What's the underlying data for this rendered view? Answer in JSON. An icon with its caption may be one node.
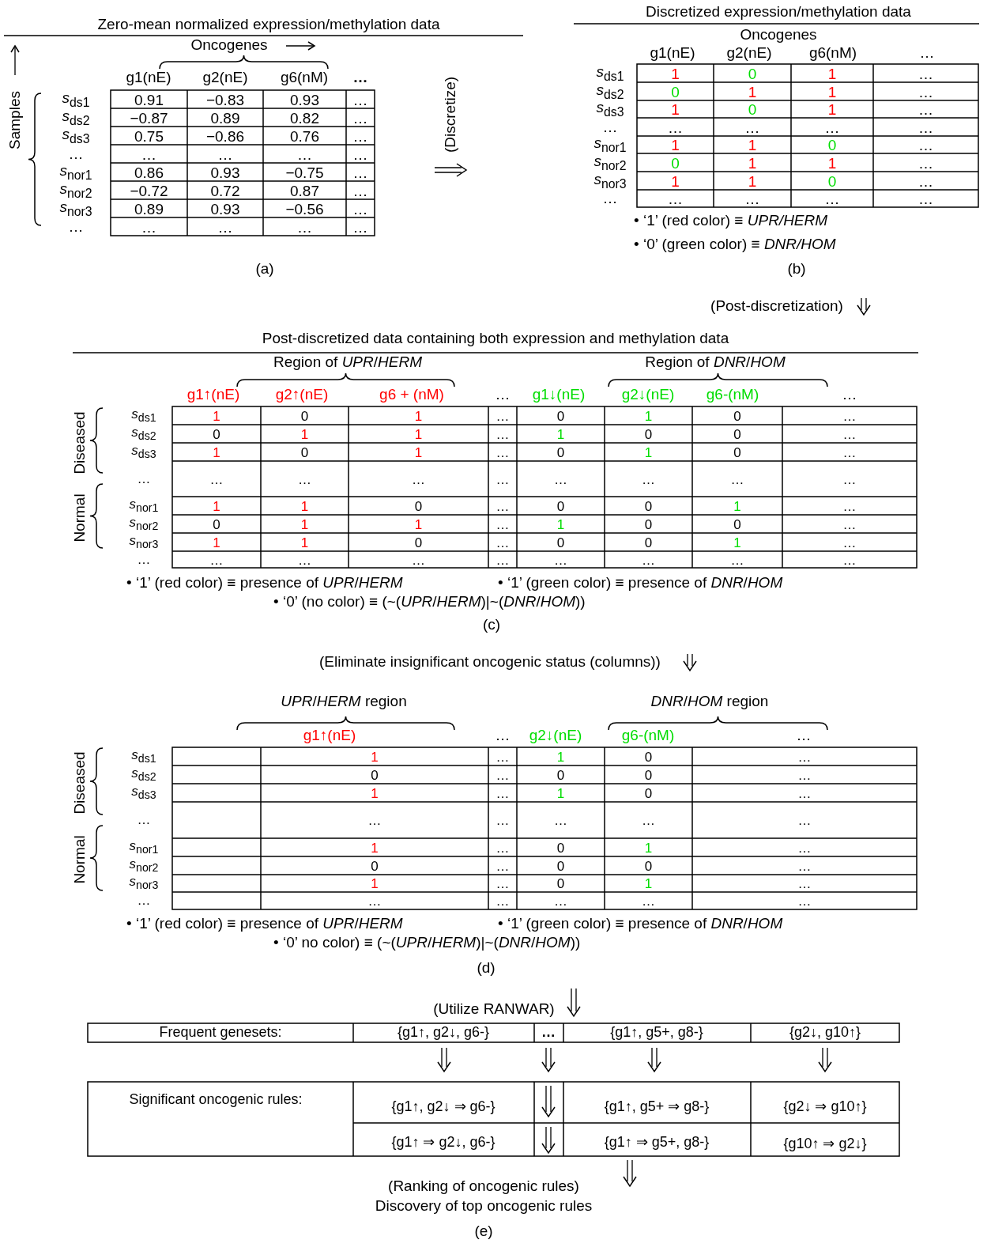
{
  "diagram": {
    "labels": [
      "Zero-mean normalized expression/methylation data",
      "Oncogenes",
      "Samples",
      "g1(nE)",
      "g2(nE)",
      "g6(nM)",
      "…",
      "*s*$_{ds1}$",
      "0.91",
      "−0.83",
      "0.93",
      "…",
      "*s*$_{ds2}$",
      "−0.87",
      "0.89",
      "0.82",
      "…",
      "*s*$_{ds3}$",
      "0.75",
      "−0.86",
      "0.76",
      "…",
      "…",
      "…",
      "…",
      "…",
      "…",
      "*s*$_{nor1}$",
      "0.86",
      "0.93",
      "−0.75",
      "…",
      "*s*$_{nor2}$",
      "−0.72",
      "0.72",
      "0.87",
      "…",
      "*s*$_{nor3}$",
      "0.89",
      "0.93",
      "−0.56",
      "…",
      "…",
      "…",
      "…",
      "…",
      "…",
      "(Discretize)",
      "(a)",
      "Discretized expression/methylation data",
      "Oncogenes",
      "g1(nE)",
      "g2(nE)",
      "g6(nM)",
      "…",
      "*s*$_{ds1}$",
      "1",
      "0",
      "1",
      "…",
      "*s*$_{ds2}$",
      "0",
      "1",
      "1",
      "…",
      "*s*$_{ds3}$",
      "1",
      "0",
      "1",
      "…",
      "…",
      "…",
      "…",
      "…",
      "…",
      "*s*$_{nor1}$",
      "1",
      "1",
      "0",
      "…",
      "*s*$_{nor2}$",
      "0",
      "1",
      "1",
      "…",
      "*s*$_{nor3}$",
      "1",
      "1",
      "0",
      "…",
      "…",
      "…",
      "…",
      "…",
      "…",
      "• ‘1’ (red color) ≡ *UPR/HERM*",
      "• ‘0’ (green color) ≡ *DNR/HOM*",
      "(b)",
      "(Post-discretization)",
      "Post-discretized data containing both expression and methylation data",
      "Region of *UPR*/*HERM*",
      "Region of *DNR*/*HOM*",
      "g1↑(nE)",
      "g2↑(nE)",
      "g6 + (nM)",
      "…",
      "g1↓(nE)",
      "g2↓(nE)",
      "g6-(nM)",
      "…",
      "Diseased",
      "Normal",
      "*s*$_{ds1}$",
      "1",
      "0",
      "1",
      "…",
      "0",
      "1",
      "0",
      "…",
      "*s*$_{ds2}$",
      "0",
      "1",
      "1",
      "…",
      "1",
      "0",
      "0",
      "…",
      "*s*$_{ds3}$",
      "1",
      "0",
      "1",
      "…",
      "0",
      "1",
      "0",
      "…",
      "…",
      "…",
      "…",
      "…",
      "…",
      "…",
      "…",
      "…",
      "…",
      "*s*$_{nor1}$",
      "1",
      "1",
      "0",
      "…",
      "0",
      "0",
      "1",
      "…",
      "*s*$_{nor2}$",
      "0",
      "1",
      "1",
      "…",
      "1",
      "0",
      "0",
      "…",
      "*s*$_{nor3}$",
      "1",
      "1",
      "0",
      "…",
      "0",
      "0",
      "1",
      "…",
      "…",
      "…",
      "…",
      "…",
      "…",
      "…",
      "…",
      "…",
      "…",
      "• ‘1’ (red color) ≡  presence of *UPR*/*HERM*",
      "• ‘1’ (green color) ≡  presence of *DNR*/*HOM*",
      "• ‘0’ (no color) ≡  (~(*UPR*/*HERM*)|~(*DNR*/*HOM*))",
      "(c)",
      "(Eliminate insignificant oncogenic status (columns))",
      "*UPR*/*HERM* region",
      "*DNR*/*HOM* region",
      "g1↑(nE)",
      "…",
      "g2↓(nE)",
      "g6-(nM)",
      "…",
      "Diseased",
      "Normal",
      "*s*$_{ds1}$",
      "1",
      "…",
      "1",
      "0",
      "…",
      "*s*$_{ds2}$",
      "0",
      "…",
      "0",
      "0",
      "…",
      "*s*$_{ds3}$",
      "1",
      "…",
      "1",
      "0",
      "…",
      "…",
      "…",
      "…",
      "…",
      "…",
      "…",
      "*s*$_{nor1}$",
      "1",
      "…",
      "0",
      "1",
      "…",
      "*s*$_{nor2}$",
      "0",
      "…",
      "0",
      "0",
      "…",
      "*s*$_{nor3}$",
      "1",
      "…",
      "0",
      "1",
      "…",
      "…",
      "…",
      "…",
      "…",
      "…",
      "…",
      "• ‘1’ (red color) ≡  presence of *UPR*/*HERM*",
      "• ‘1’ (green color) ≡  presence of *DNR*/*HOM*",
      "• ‘0’ no color) ≡  (~(*UPR*/*HERM*)|~(*DNR*/*HOM*))",
      "(d)",
      "(Utilize RANWAR)",
      "Frequent genesets:",
      "{g1↑, g2↓, g6-}",
      "…",
      "{g1↑, g5+, g8-}",
      "{g2↓, g10↑}",
      "Significant oncogenic rules:",
      "{g1↑, g2↓ ⇒ g6-}",
      "{g1↑, g5+ ⇒ g8-}",
      "{g2↓ ⇒ g10↑}",
      "{g1↑ ⇒ g2↓, g6-}",
      "{g1↑ ⇒ g5+, g8-}",
      "{g10↑ ⇒ g2↓}",
      "(Ranking of oncogenic rules)",
      "Discovery of top oncogenic rules",
      "(e)"
    ]
  }
}
